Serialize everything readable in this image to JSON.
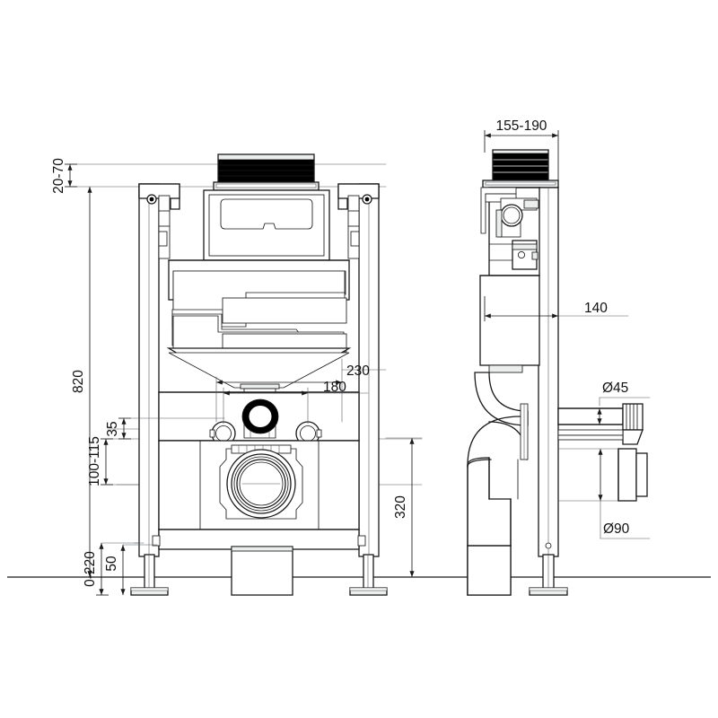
{
  "drawing": {
    "title": "Concealed cistern installation frame — front and side elevation",
    "line_color": "#1a1a1a",
    "background": "#ffffff"
  },
  "views": {
    "front": {
      "name": "front-elevation"
    },
    "side": {
      "name": "side-elevation"
    }
  },
  "dimensions": {
    "front": {
      "flush_plate_offset": "20-70",
      "overall_height": "820",
      "bracket_spread": "230",
      "inlet_spread": "180",
      "inlet_offset": "35",
      "water_connection_height": "100-115",
      "outlet_height": "320",
      "foot_adjust": "0-220",
      "foot_base": "50"
    },
    "side": {
      "plate_depth": "155-190",
      "frame_depth": "140",
      "water_pipe_dia": "Ø45",
      "waste_pipe_dia": "Ø90"
    }
  },
  "labels": [
    {
      "id": "dim-20-70",
      "text": "20-70",
      "orientation": "vertical",
      "view": "front"
    },
    {
      "id": "dim-820",
      "text": "820",
      "orientation": "vertical",
      "view": "front"
    },
    {
      "id": "dim-230",
      "text": "230",
      "orientation": "horizontal",
      "view": "front"
    },
    {
      "id": "dim-180",
      "text": "180",
      "orientation": "horizontal",
      "view": "front"
    },
    {
      "id": "dim-35",
      "text": "35",
      "orientation": "vertical",
      "view": "front"
    },
    {
      "id": "dim-100-115",
      "text": "100-115",
      "orientation": "vertical",
      "view": "front"
    },
    {
      "id": "dim-320",
      "text": "320",
      "orientation": "vertical",
      "view": "front"
    },
    {
      "id": "dim-0-220",
      "text": "0-220",
      "orientation": "vertical",
      "view": "front"
    },
    {
      "id": "dim-50",
      "text": "50",
      "orientation": "vertical",
      "view": "front"
    },
    {
      "id": "dim-155-190",
      "text": "155-190",
      "orientation": "horizontal",
      "view": "side"
    },
    {
      "id": "dim-140",
      "text": "140",
      "orientation": "horizontal",
      "view": "side"
    },
    {
      "id": "dim-d45",
      "text": "Ø45",
      "orientation": "horizontal",
      "view": "side"
    },
    {
      "id": "dim-d90",
      "text": "Ø90",
      "orientation": "horizontal",
      "view": "side"
    }
  ]
}
